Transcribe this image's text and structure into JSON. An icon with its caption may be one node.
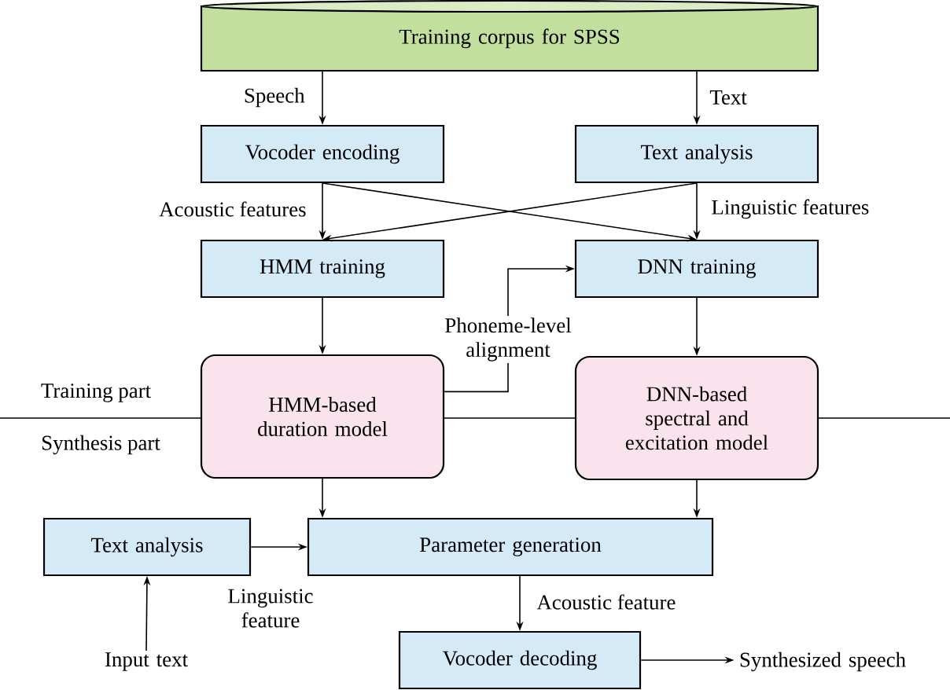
{
  "diagram": {
    "nodes": [
      {
        "text": [
          "Training corpus for SPSS"
        ]
      },
      {
        "text": [
          "Vocoder encoding"
        ]
      },
      {
        "text": [
          "Text analysis"
        ]
      },
      {
        "text": [
          "HMM training"
        ]
      },
      {
        "text": [
          "DNN training"
        ]
      },
      {
        "text": [
          "Phoneme-level alignment"
        ]
      },
      {
        "text": [
          "HMM-based duration model"
        ]
      },
      {
        "text": [
          "DNN-based spectral and excitation model"
        ]
      },
      {
        "text": [
          "Text analysis"
        ]
      },
      {
        "text": [
          "Parameter generation"
        ]
      },
      {
        "text": [
          "Vocoder decoding"
        ]
      },
      {
        "text": [
          "Synthesized speech"
        ]
      },
      {
        "text": [
          "Input text"
        ]
      }
    ],
    "edges": [
      {
        "from": 0,
        "to": 1,
        "arrow": "to",
        "label": "Speech"
      },
      {
        "from": 0,
        "to": 2,
        "arrow": "to",
        "label": "Text"
      },
      {
        "from": 1,
        "to": 3,
        "arrow": "to",
        "label": "Acoustic features"
      },
      {
        "from": 1,
        "to": 4,
        "arrow": "to"
      },
      {
        "from": 2,
        "to": 3,
        "arrow": "to"
      },
      {
        "from": 2,
        "to": 4,
        "arrow": "to",
        "label": "Linguistic features"
      },
      {
        "from": 3,
        "to": 6,
        "arrow": "to"
      },
      {
        "from": 4,
        "to": 7,
        "arrow": "to"
      },
      {
        "from": 6,
        "to": 5,
        "arrow": "none"
      },
      {
        "from": 5,
        "to": 4,
        "arrow": "to"
      },
      {
        "from": 6,
        "to": 9,
        "arrow": "to"
      },
      {
        "from": 7,
        "to": 9,
        "arrow": "to"
      },
      {
        "from": 8,
        "to": 9,
        "arrow": "to",
        "label": "Linguistic feature"
      },
      {
        "from": 12,
        "to": 8,
        "arrow": "to"
      },
      {
        "from": 9,
        "to": 10,
        "arrow": "to",
        "label": "Acoustic feature"
      },
      {
        "from": 10,
        "to": 11,
        "arrow": "to"
      }
    ],
    "labels": [
      "Training part",
      "Synthesis part"
    ]
  }
}
